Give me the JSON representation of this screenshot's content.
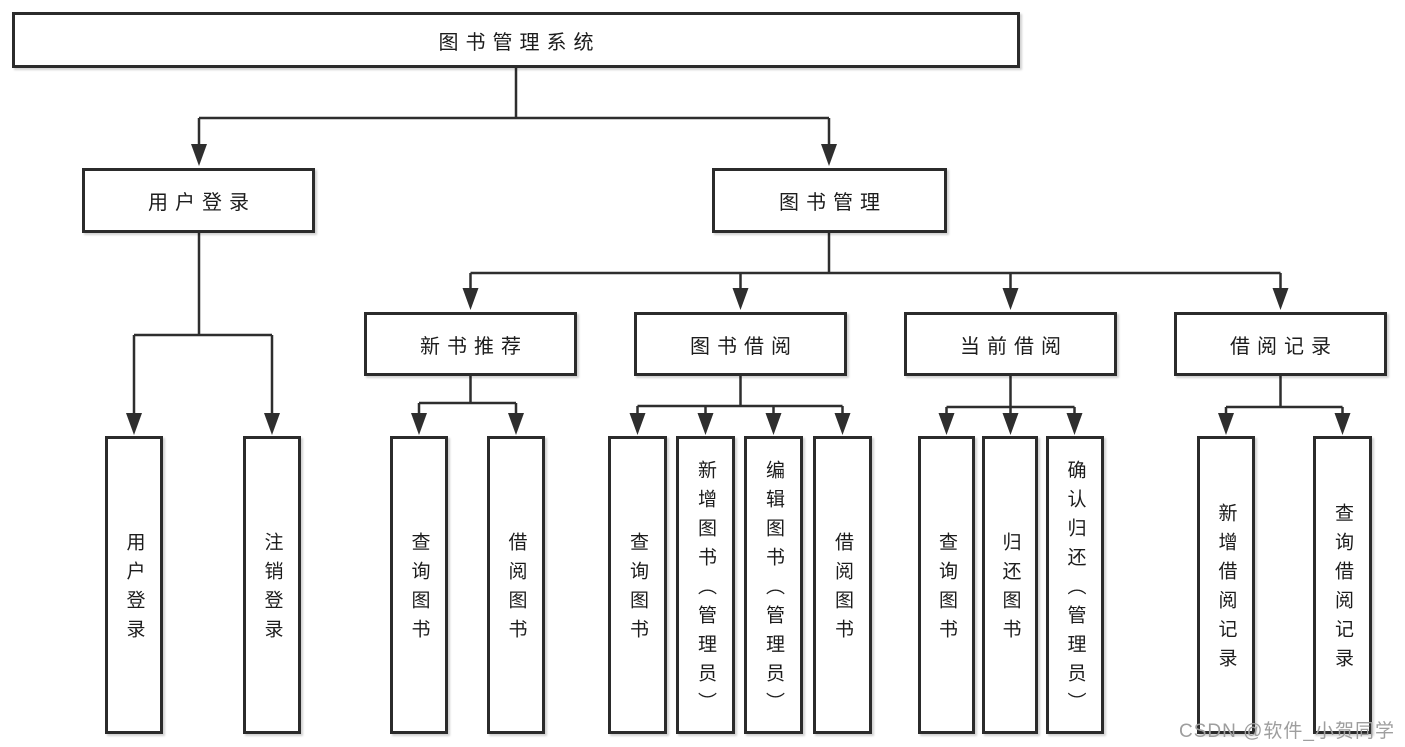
{
  "nodes": {
    "root": "图书管理系统",
    "user_login": "用户登录",
    "book_management": "图书管理",
    "new_book_rec": "新书推荐",
    "book_borrow": "图书借阅",
    "current_borrow": "当前借阅",
    "borrow_records": "借阅记录",
    "leaf_user_login": "用户登录",
    "leaf_logout": "注销登录",
    "rec_query": "查询图书",
    "rec_borrow": "借阅图书",
    "bb_query": "查询图书",
    "bb_add": "新增图书（管理员）",
    "bb_edit": "编辑图书（管理员）",
    "bb_borrow": "借阅图书",
    "cb_query": "查询图书",
    "cb_return": "归还图书",
    "cb_confirm": "确认归还（管理员）",
    "br_add": "新增借阅记录",
    "br_query": "查询借阅记录"
  },
  "watermark": {
    "text": "CSDN @软件_小贺同学"
  },
  "colors": {
    "line": "#2e2e2e",
    "box_border": "#2b2b2b",
    "text": "#1c1c1c",
    "watermark": "#9e9e9e",
    "background": "#ffffff"
  }
}
